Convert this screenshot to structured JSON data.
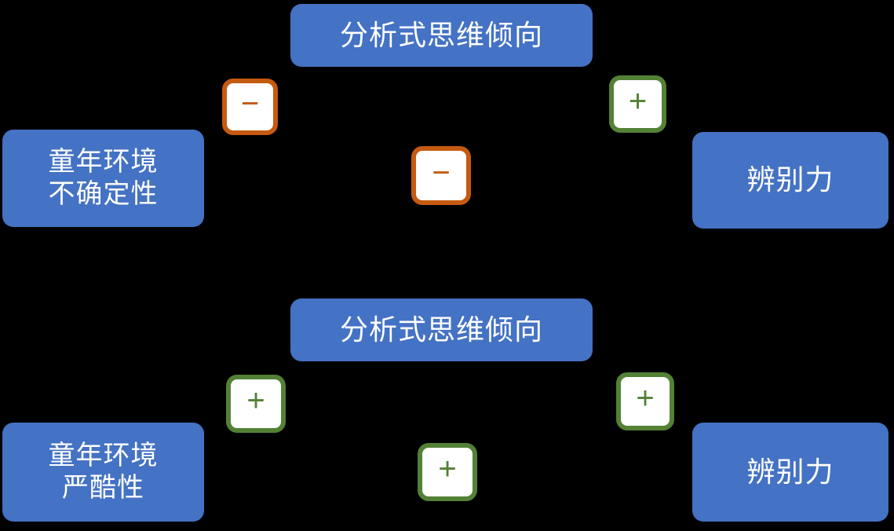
{
  "diagram": {
    "background_color": "#000000",
    "node_color": "#4472C4",
    "node_text_color": "#FFFFFF",
    "positive_color": "#538135",
    "negative_color": "#C55A11",
    "badge_fill": "#FFFFFF",
    "models": [
      {
        "id": "model-top",
        "predictor": "童年环境\n不确定性",
        "mediator": "分析式思维倾向",
        "outcome": "辨别力",
        "path_a": {
          "sign": "−",
          "valence": "negative"
        },
        "path_b": {
          "sign": "+",
          "valence": "positive"
        },
        "path_c": {
          "sign": "−",
          "valence": "negative"
        }
      },
      {
        "id": "model-bottom",
        "predictor": "童年环境\n严酷性",
        "mediator": "分析式思维倾向",
        "outcome": "辨别力",
        "path_a": {
          "sign": "+",
          "valence": "positive"
        },
        "path_b": {
          "sign": "+",
          "valence": "positive"
        },
        "path_c": {
          "sign": "+",
          "valence": "positive"
        }
      }
    ]
  }
}
